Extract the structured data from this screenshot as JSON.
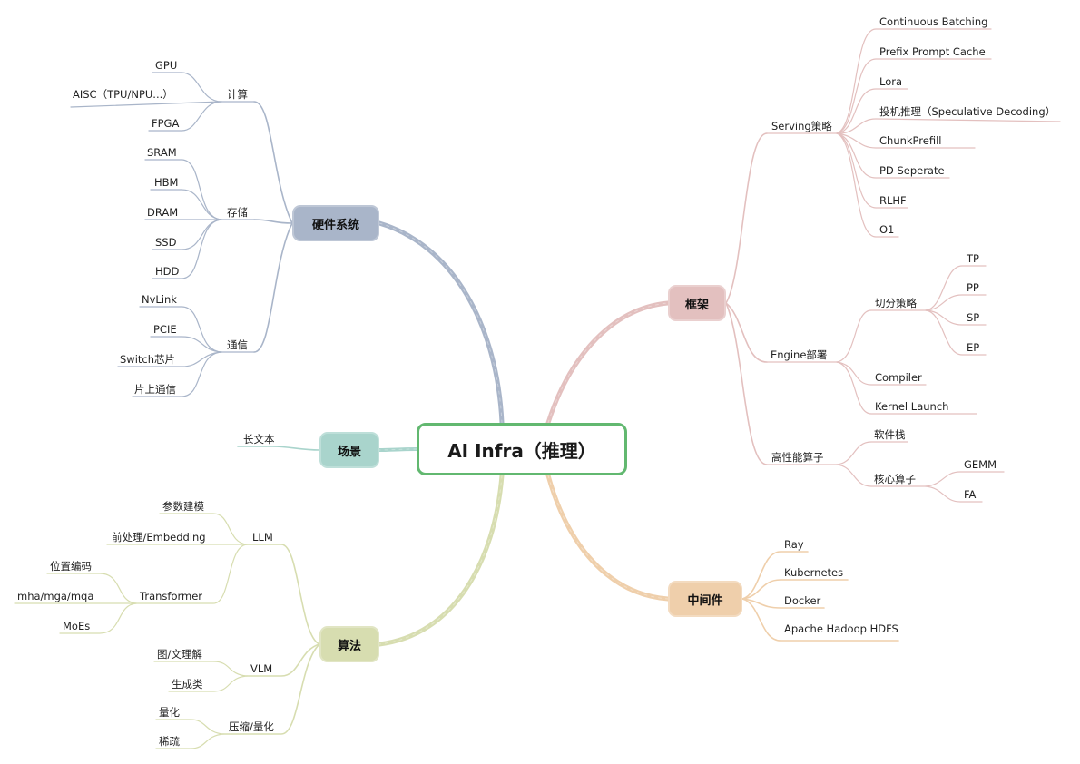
{
  "center": "AI Infra（推理）",
  "colors": {
    "center_border": "#62b870",
    "hardware": "#a9b5c9",
    "scene": "#a9d4cc",
    "algorithm": "#d7ddb0",
    "framework": "#e3c0bf",
    "middleware": "#efcfab"
  },
  "branches": {
    "hardware": {
      "label": "硬件系统",
      "groups": [
        {
          "label": "计算",
          "items": [
            "GPU",
            "AISC（TPU/NPU...）",
            "FPGA"
          ]
        },
        {
          "label": "存储",
          "items": [
            "SRAM",
            "HBM",
            "DRAM",
            "SSD",
            "HDD"
          ]
        },
        {
          "label": "通信",
          "items": [
            "NvLink",
            "PCIE",
            "Switch芯片",
            "片上通信"
          ]
        }
      ]
    },
    "scene": {
      "label": "场景",
      "items": [
        "长文本"
      ]
    },
    "algorithm": {
      "label": "算法",
      "llm": {
        "label": "LLM",
        "items": [
          "参数建模",
          "前处理/Embedding"
        ],
        "transformer": {
          "label": "Transformer",
          "items": [
            "位置编码",
            "mha/mga/mqa",
            "MoEs"
          ]
        }
      },
      "vlm": {
        "label": "VLM",
        "items": [
          "图/文理解",
          "生成类"
        ]
      },
      "compress": {
        "label": "压缩/量化",
        "items": [
          "量化",
          "稀疏"
        ]
      }
    },
    "framework": {
      "label": "框架",
      "serving": {
        "label": "Serving策略",
        "items": [
          "Continuous Batching",
          "Prefix Prompt Cache",
          "Lora",
          "投机推理（Speculative Decoding）",
          "ChunkPrefill",
          "PD Seperate",
          "RLHF",
          "O1"
        ]
      },
      "engine": {
        "label": "Engine部署",
        "split": {
          "label": "切分策略",
          "items": [
            "TP",
            "PP",
            "SP",
            "EP"
          ]
        },
        "items": [
          "Compiler",
          "Kernel Launch"
        ]
      },
      "operators": {
        "label": "高性能算子",
        "stack": "软件栈",
        "core": {
          "label": "核心算子",
          "items": [
            "GEMM",
            "FA"
          ]
        }
      }
    },
    "middleware": {
      "label": "中间件",
      "items": [
        "Ray",
        "Kubernetes",
        "Docker",
        "Apache Hadoop HDFS"
      ]
    }
  }
}
